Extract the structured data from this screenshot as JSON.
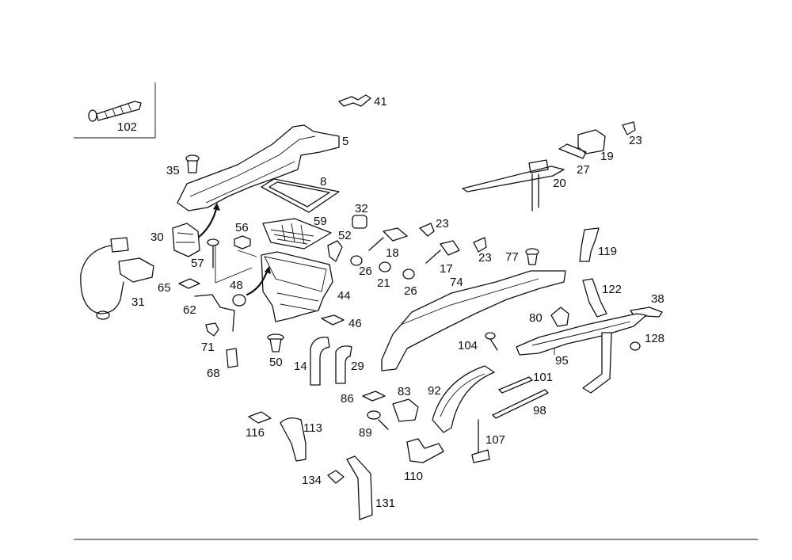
{
  "callouts": [
    {
      "id": "c102",
      "text": "102"
    },
    {
      "id": "c41",
      "text": "41"
    },
    {
      "id": "c5",
      "text": "5"
    },
    {
      "id": "c35",
      "text": "35"
    },
    {
      "id": "c8",
      "text": "8"
    },
    {
      "id": "c32",
      "text": "32"
    },
    {
      "id": "c59",
      "text": "59"
    },
    {
      "id": "c52",
      "text": "52"
    },
    {
      "id": "c30",
      "text": "30"
    },
    {
      "id": "c56",
      "text": "56"
    },
    {
      "id": "c57",
      "text": "57"
    },
    {
      "id": "c31",
      "text": "31"
    },
    {
      "id": "c65",
      "text": "65"
    },
    {
      "id": "c48",
      "text": "48"
    },
    {
      "id": "c62",
      "text": "62"
    },
    {
      "id": "c44",
      "text": "44"
    },
    {
      "id": "c46",
      "text": "46"
    },
    {
      "id": "c71",
      "text": "71"
    },
    {
      "id": "c68",
      "text": "68"
    },
    {
      "id": "c50",
      "text": "50"
    },
    {
      "id": "c14",
      "text": "14"
    },
    {
      "id": "c29",
      "text": "29"
    },
    {
      "id": "c18",
      "text": "18"
    },
    {
      "id": "c23a",
      "text": "23"
    },
    {
      "id": "c26a",
      "text": "26"
    },
    {
      "id": "c21",
      "text": "21"
    },
    {
      "id": "c17",
      "text": "17"
    },
    {
      "id": "c26b",
      "text": "26"
    },
    {
      "id": "c23b",
      "text": "23"
    },
    {
      "id": "c74",
      "text": "74"
    },
    {
      "id": "c77",
      "text": "77"
    },
    {
      "id": "c23c",
      "text": "23"
    },
    {
      "id": "c19",
      "text": "19"
    },
    {
      "id": "c27",
      "text": "27"
    },
    {
      "id": "c20",
      "text": "20"
    },
    {
      "id": "c119",
      "text": "119"
    },
    {
      "id": "c122",
      "text": "122"
    },
    {
      "id": "c38",
      "text": "38"
    },
    {
      "id": "c80",
      "text": "80"
    },
    {
      "id": "c104",
      "text": "104"
    },
    {
      "id": "c128",
      "text": "128"
    },
    {
      "id": "c95",
      "text": "95"
    },
    {
      "id": "c101",
      "text": "101"
    },
    {
      "id": "c92",
      "text": "92"
    },
    {
      "id": "c86",
      "text": "86"
    },
    {
      "id": "c83",
      "text": "83"
    },
    {
      "id": "c98",
      "text": "98"
    },
    {
      "id": "c89",
      "text": "89"
    },
    {
      "id": "c107",
      "text": "107"
    },
    {
      "id": "c116",
      "text": "116"
    },
    {
      "id": "c113",
      "text": "113"
    },
    {
      "id": "c110",
      "text": "110"
    },
    {
      "id": "c134",
      "text": "134"
    },
    {
      "id": "c131",
      "text": "131"
    }
  ]
}
